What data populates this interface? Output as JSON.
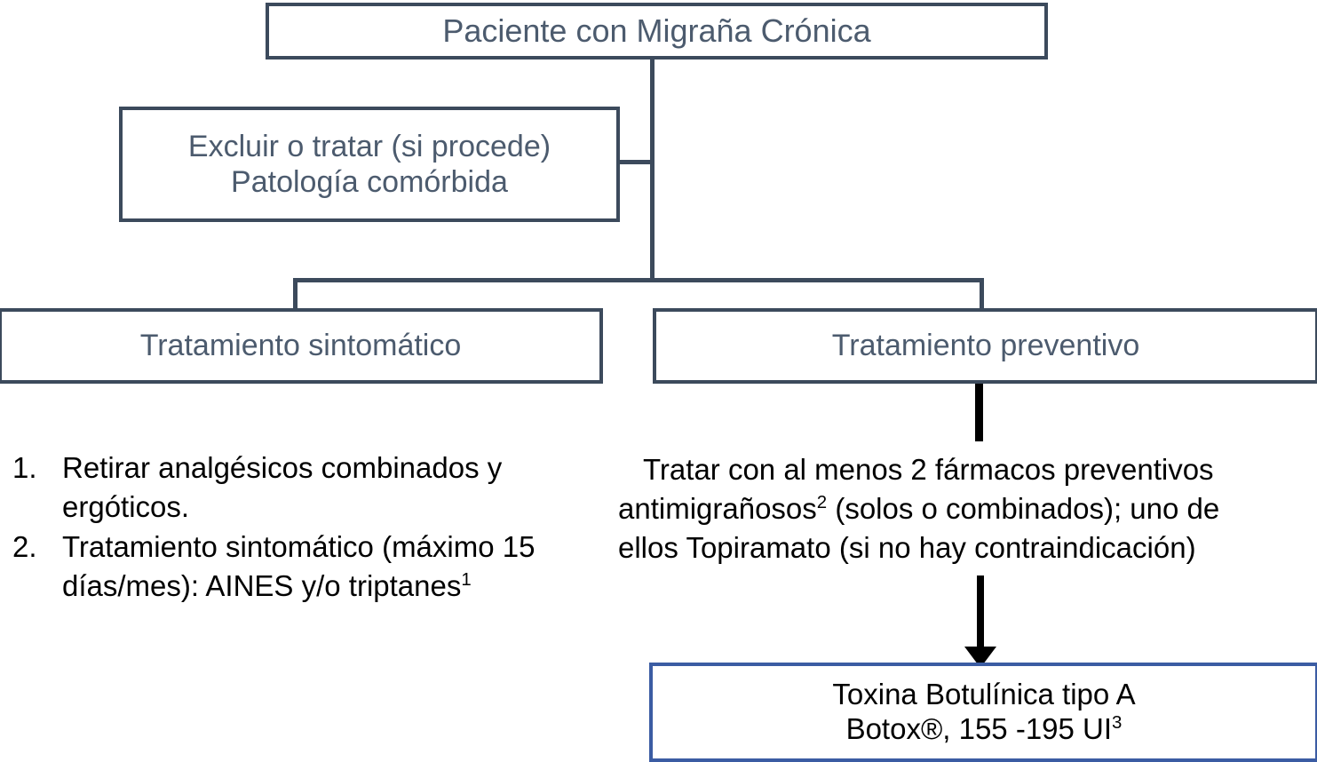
{
  "diagram": {
    "title_node": {
      "label": "Paciente con Migraña Crónica"
    },
    "comorbid_node": {
      "line1": "Excluir o tratar (si procede)",
      "line2": "Patología comórbida"
    },
    "symptomatic_node": {
      "label": "Tratamiento sintomático"
    },
    "preventive_node": {
      "label": "Tratamiento preventivo"
    },
    "botox_node": {
      "line1": "Toxina Botulínica tipo A",
      "line2_prefix": "Botox®, 155 -195 UI",
      "line2_sup": "3"
    },
    "symptomatic_list": [
      {
        "number": "1.",
        "text": "Retirar analgésicos combinados y ergóticos.",
        "sup": ""
      },
      {
        "number": "2.",
        "text": "Tratamiento sintomático (máximo 15 días/mes): AINES y/o triptanes",
        "sup": "1"
      }
    ],
    "preventive_paragraph": {
      "line1": "Tratar con al menos 2 fármacos preventivos",
      "line2_a": "antimigrañosos",
      "line2_sup": "2",
      "line2_b": " (solos o combinados); uno de",
      "line3": "ellos Topiramato (si no hay contraindicación)"
    },
    "colors": {
      "node_border": "#3c4a5c",
      "node_text": "#4c5b6e",
      "accent_border": "#3b5ca3",
      "body_text": "#000000",
      "background": "#ffffff"
    }
  }
}
